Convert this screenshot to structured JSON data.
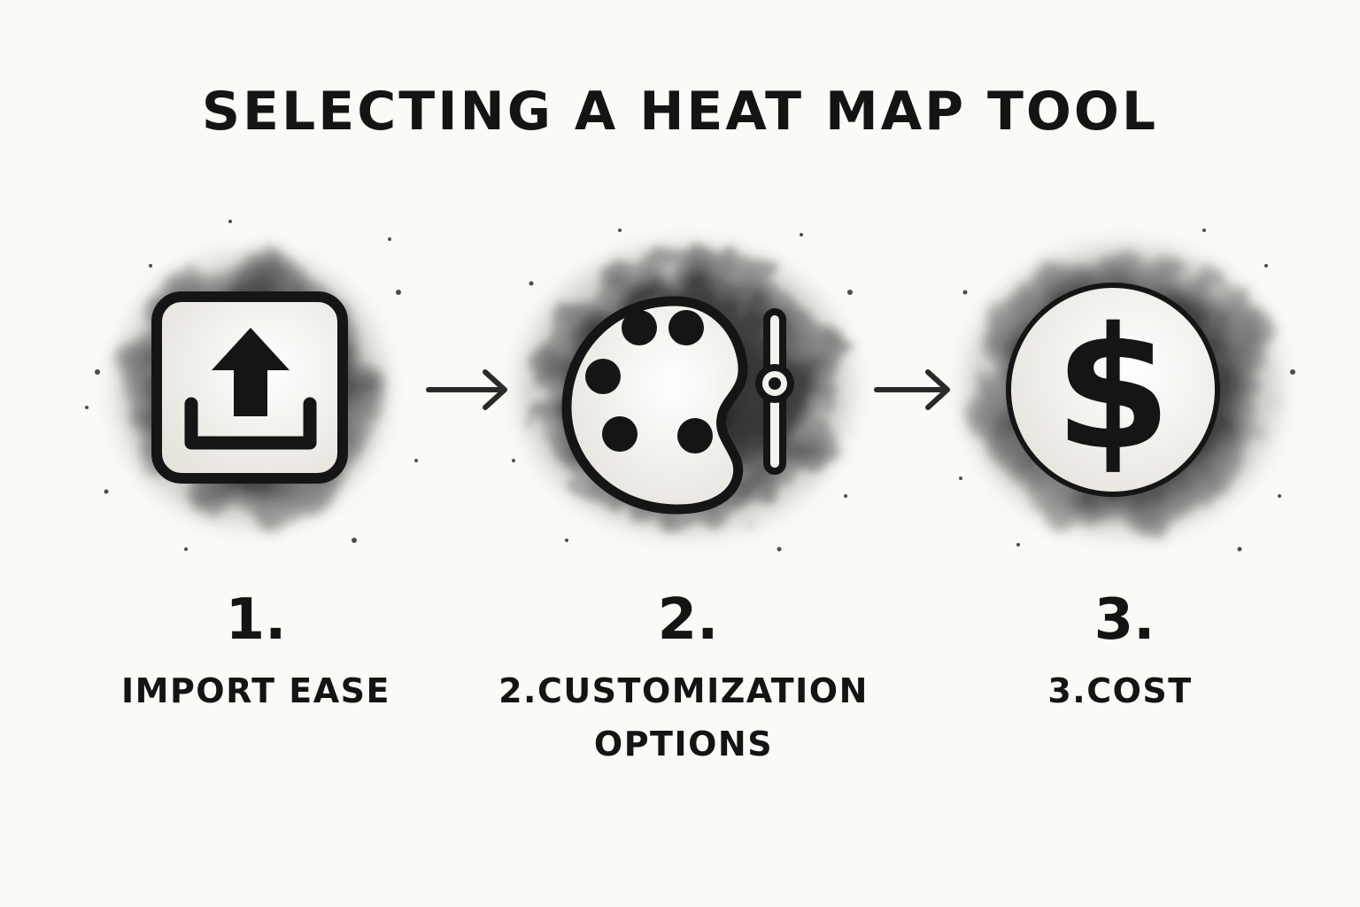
{
  "title": "SELECTING A HEAT MAP TOOL",
  "colors": {
    "background": "#fbfaf6",
    "ink": "#141414",
    "icon_fill": "#f4f2ec"
  },
  "steps": [
    {
      "number": "1.",
      "label_lines": [
        "IMPORT EASE"
      ],
      "icon": "upload-icon"
    },
    {
      "number": "2.",
      "label_lines": [
        "2.CUSTOMIZATION",
        "OPTIONS"
      ],
      "icon": "palette-slider-icon"
    },
    {
      "number": "3.",
      "label_lines": [
        "3.COST"
      ],
      "icon": "dollar-coin-icon"
    }
  ],
  "connectors": [
    "arrow-right-icon",
    "arrow-right-icon"
  ]
}
